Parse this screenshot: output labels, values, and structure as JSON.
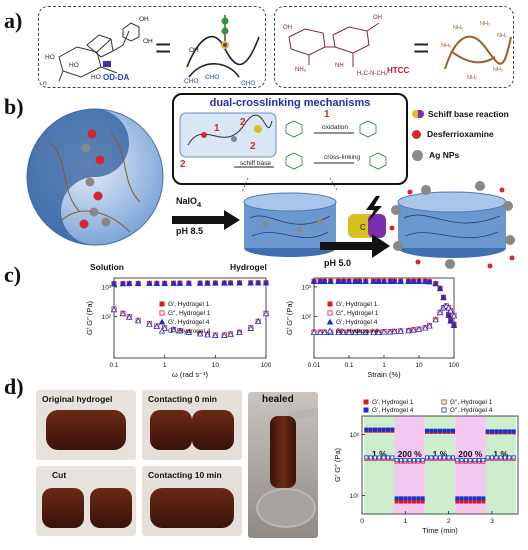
{
  "panels": {
    "a": "a)",
    "b": "b)",
    "c": "c)",
    "d": "d)"
  },
  "panel_a": {
    "od_da_label": "OD-DA",
    "htcc_label": "HTCC",
    "equals": "=",
    "cho_1": "CHO",
    "cho_2": "CHO",
    "cho_3": "CHO",
    "oh_1": "OH",
    "oh_2": "OH"
  },
  "panel_b": {
    "mechanism_title": "dual-crosslinking mechanisms",
    "oxidation": "oxidation",
    "schiff_base": "schiff base",
    "cross_linking": "cross-linking",
    "num_1a": "1",
    "num_1b": "1",
    "num_2a": "2",
    "num_2b": "2",
    "num_2c": "2",
    "naio4": "NaIO",
    "naio4_sub": "4",
    "ph85": "pH 8.5",
    "ph50": "pH 5.0",
    "legend": [
      {
        "label": "Schiff base reaction",
        "icon": "schiff-base-icon"
      },
      {
        "label": "Desferrioxamine",
        "icon": "red-dot-icon"
      },
      {
        "label": "Ag NPs",
        "icon": "grey-dot-icon"
      }
    ]
  },
  "panel_c": {
    "solution_label": "Solution",
    "hydrogel_label": "Hydrogel"
  },
  "panel_d": {
    "photo_labels": {
      "original": "Original hydrogel",
      "contact0": "Contacting 0 min",
      "healed": "healed",
      "cut": "Cut",
      "contact10": "Contacting 10 min"
    }
  },
  "chart_data": [
    {
      "type": "scatter",
      "title": "",
      "xlabel": "ω (rad s⁻¹)",
      "ylabel": "G′ G″ (Pa)",
      "xscale": "log",
      "yscale": "log",
      "xlim": [
        0.1,
        100
      ],
      "ylim": [
        4,
        2000
      ],
      "xticks": [
        "0.1",
        "1",
        "10",
        "100"
      ],
      "yticks": [
        "10²",
        "10³"
      ],
      "legend_position": "right",
      "series": [
        {
          "name": "G′, Hydrogel 1",
          "marker": "square-filled",
          "color": "#e0191b",
          "x": [
            0.1,
            0.15,
            0.2,
            0.3,
            0.5,
            0.7,
            1,
            1.5,
            2,
            3,
            5,
            7,
            10,
            15,
            20,
            30,
            50,
            70,
            100
          ],
          "values": [
            1290,
            1300,
            1305,
            1310,
            1315,
            1320,
            1325,
            1330,
            1335,
            1340,
            1345,
            1350,
            1355,
            1360,
            1365,
            1370,
            1375,
            1380,
            1385
          ]
        },
        {
          "name": "G″, Hydrogel 1",
          "marker": "square-open",
          "color": "#e0191b",
          "x": [
            0.1,
            0.15,
            0.2,
            0.3,
            0.5,
            0.7,
            1,
            1.5,
            2,
            3,
            5,
            7,
            10,
            15,
            20,
            30,
            50,
            70,
            100
          ],
          "values": [
            180,
            130,
            100,
            75,
            58,
            48,
            42,
            37,
            34,
            30,
            27,
            25,
            24,
            24,
            26,
            30,
            42,
            70,
            130
          ]
        },
        {
          "name": "G′, Hydrogel 4",
          "marker": "triangle-filled",
          "color": "#1a2fd0",
          "x": [
            0.1,
            0.15,
            0.2,
            0.3,
            0.5,
            0.7,
            1,
            1.5,
            2,
            3,
            5,
            7,
            10,
            15,
            20,
            30,
            50,
            70,
            100
          ],
          "values": [
            1270,
            1285,
            1290,
            1295,
            1300,
            1305,
            1310,
            1315,
            1320,
            1325,
            1330,
            1335,
            1340,
            1345,
            1350,
            1355,
            1360,
            1365,
            1370
          ]
        },
        {
          "name": "G″, Hydrogel 4",
          "marker": "triangle-open",
          "color": "#1a2fd0",
          "x": [
            0.1,
            0.15,
            0.2,
            0.3,
            0.5,
            0.7,
            1,
            1.5,
            2,
            3,
            5,
            7,
            10,
            15,
            20,
            30,
            50,
            70,
            100
          ],
          "values": [
            170,
            125,
            95,
            72,
            55,
            46,
            40,
            36,
            33,
            29,
            26,
            24,
            23,
            23,
            25,
            29,
            40,
            68,
            125
          ]
        }
      ]
    },
    {
      "type": "scatter",
      "title": "",
      "xlabel": "Strain (%)",
      "ylabel": "G′ G″ (Pa)",
      "xscale": "log",
      "yscale": "log",
      "xlim": [
        0.01,
        100
      ],
      "ylim": [
        4,
        2000
      ],
      "xticks": [
        "0.01",
        "0.1",
        "1",
        "10",
        "100"
      ],
      "yticks": [
        "10²",
        "10³"
      ],
      "legend_position": "center",
      "series": [
        {
          "name": "G′, Hydrogel 1",
          "marker": "square-filled",
          "color": "#e0191b",
          "x": [
            0.01,
            0.015,
            0.02,
            0.03,
            0.05,
            0.07,
            0.1,
            0.15,
            0.2,
            0.3,
            0.5,
            0.7,
            1,
            1.5,
            2,
            3,
            5,
            7,
            10,
            15,
            20,
            30,
            40,
            50,
            60,
            70,
            80,
            100
          ],
          "values": [
            1550,
            1550,
            1550,
            1550,
            1550,
            1550,
            1550,
            1550,
            1550,
            1550,
            1550,
            1550,
            1550,
            1550,
            1550,
            1550,
            1550,
            1550,
            1550,
            1540,
            1500,
            1300,
            900,
            450,
            220,
            120,
            80,
            55
          ]
        },
        {
          "name": "G″, Hydrogel 1",
          "marker": "square-open",
          "color": "#e0191b",
          "x": [
            0.01,
            0.015,
            0.02,
            0.03,
            0.05,
            0.07,
            0.1,
            0.15,
            0.2,
            0.3,
            0.5,
            0.7,
            1,
            1.5,
            2,
            3,
            5,
            7,
            10,
            15,
            20,
            30,
            40,
            50,
            60,
            70,
            80,
            100
          ],
          "values": [
            30,
            30,
            30,
            30,
            30,
            30,
            30,
            30,
            30,
            30,
            30,
            30,
            31,
            31,
            32,
            33,
            34,
            36,
            38,
            42,
            50,
            80,
            140,
            200,
            230,
            200,
            160,
            110
          ]
        },
        {
          "name": "G′, Hydrogel 4",
          "marker": "triangle-filled",
          "color": "#1a2fd0",
          "x": [
            0.01,
            0.015,
            0.02,
            0.03,
            0.05,
            0.07,
            0.1,
            0.15,
            0.2,
            0.3,
            0.5,
            0.7,
            1,
            1.5,
            2,
            3,
            5,
            7,
            10,
            15,
            20,
            30,
            40,
            50,
            60,
            70,
            80,
            100
          ],
          "values": [
            1530,
            1530,
            1530,
            1530,
            1530,
            1530,
            1530,
            1530,
            1530,
            1530,
            1530,
            1530,
            1530,
            1530,
            1530,
            1530,
            1530,
            1530,
            1530,
            1520,
            1480,
            1280,
            880,
            430,
            210,
            110,
            70,
            50
          ]
        },
        {
          "name": "G″, Hydrogel 4",
          "marker": "triangle-open",
          "color": "#1a2fd0",
          "x": [
            0.01,
            0.015,
            0.02,
            0.03,
            0.05,
            0.07,
            0.1,
            0.15,
            0.2,
            0.3,
            0.5,
            0.7,
            1,
            1.5,
            2,
            3,
            5,
            7,
            10,
            15,
            20,
            30,
            40,
            50,
            60,
            70,
            80,
            100
          ],
          "values": [
            29,
            29,
            29,
            29,
            29,
            29,
            29,
            29,
            29,
            29,
            29,
            29,
            30,
            30,
            31,
            32,
            33,
            35,
            37,
            41,
            48,
            78,
            135,
            195,
            225,
            195,
            155,
            105
          ]
        }
      ]
    },
    {
      "type": "scatter",
      "title": "",
      "xlabel": "Time (min)",
      "ylabel": "G′ G″ (Pa)",
      "yscale": "log",
      "xlim": [
        0,
        3.6
      ],
      "ylim": [
        5,
        200
      ],
      "xticks": [
        "0",
        "1",
        "2",
        "3"
      ],
      "yticks": [
        "10¹",
        "10²"
      ],
      "bands": [
        {
          "label": "1 %",
          "from": 0.05,
          "to": 0.75,
          "color": "#cdeecd"
        },
        {
          "label": "200 %",
          "from": 0.75,
          "to": 1.45,
          "color": "#f4c8f0"
        },
        {
          "label": "1 %",
          "from": 1.45,
          "to": 2.15,
          "color": "#cdeecd"
        },
        {
          "label": "200 %",
          "from": 2.15,
          "to": 2.85,
          "color": "#f4c8f0"
        },
        {
          "label": "1 %",
          "from": 2.85,
          "to": 3.55,
          "color": "#cdeecd"
        }
      ],
      "legend_position": "top",
      "series": [
        {
          "name": "G′, Hydrogel 1",
          "marker": "square-filled",
          "color": "#e0191b",
          "x": [
            0.1,
            0.2,
            0.3,
            0.4,
            0.5,
            0.6,
            0.7,
            0.8,
            0.9,
            1.0,
            1.1,
            1.2,
            1.3,
            1.4,
            1.5,
            1.6,
            1.7,
            1.8,
            1.9,
            2.0,
            2.1,
            2.2,
            2.3,
            2.4,
            2.5,
            2.6,
            2.7,
            2.8,
            2.9,
            3.0,
            3.1,
            3.2,
            3.3,
            3.4,
            3.5
          ],
          "values": [
            115,
            115,
            115,
            115,
            115,
            115,
            115,
            8,
            8,
            8,
            8,
            8,
            8,
            8,
            110,
            110,
            110,
            110,
            110,
            110,
            110,
            8,
            8,
            8,
            8,
            8,
            8,
            8,
            108,
            108,
            108,
            108,
            108,
            108,
            108
          ]
        },
        {
          "name": "G″, Hydrogel 1",
          "marker": "square-open",
          "color": "#e0191b",
          "x": [
            0.1,
            0.2,
            0.3,
            0.4,
            0.5,
            0.6,
            0.7,
            0.8,
            0.9,
            1.0,
            1.1,
            1.2,
            1.3,
            1.4,
            1.5,
            1.6,
            1.7,
            1.8,
            1.9,
            2.0,
            2.1,
            2.2,
            2.3,
            2.4,
            2.5,
            2.6,
            2.7,
            2.8,
            2.9,
            3.0,
            3.1,
            3.2,
            3.3,
            3.4,
            3.5
          ],
          "values": [
            40,
            40,
            40,
            40,
            40,
            40,
            40,
            36,
            36,
            36,
            36,
            36,
            36,
            36,
            40,
            40,
            40,
            40,
            40,
            40,
            40,
            36,
            36,
            36,
            36,
            36,
            36,
            36,
            40,
            40,
            40,
            40,
            40,
            40,
            40
          ]
        },
        {
          "name": "G′, Hydrogel 4",
          "marker": "square-filled",
          "color": "#1a2fd0",
          "x": [
            0.1,
            0.2,
            0.3,
            0.4,
            0.5,
            0.6,
            0.7,
            0.8,
            0.9,
            1.0,
            1.1,
            1.2,
            1.3,
            1.4,
            1.5,
            1.6,
            1.7,
            1.8,
            1.9,
            2.0,
            2.1,
            2.2,
            2.3,
            2.4,
            2.5,
            2.6,
            2.7,
            2.8,
            2.9,
            3.0,
            3.1,
            3.2,
            3.3,
            3.4,
            3.5
          ],
          "values": [
            120,
            120,
            120,
            120,
            120,
            120,
            120,
            9,
            9,
            9,
            9,
            9,
            9,
            9,
            115,
            115,
            115,
            115,
            115,
            115,
            115,
            9,
            9,
            9,
            9,
            9,
            9,
            9,
            112,
            112,
            112,
            112,
            112,
            112,
            112
          ]
        },
        {
          "name": "G″, Hydrogel 4",
          "marker": "square-open",
          "color": "#1a2fd0",
          "x": [
            0.1,
            0.2,
            0.3,
            0.4,
            0.5,
            0.6,
            0.7,
            0.8,
            0.9,
            1.0,
            1.1,
            1.2,
            1.3,
            1.4,
            1.5,
            1.6,
            1.7,
            1.8,
            1.9,
            2.0,
            2.1,
            2.2,
            2.3,
            2.4,
            2.5,
            2.6,
            2.7,
            2.8,
            2.9,
            3.0,
            3.1,
            3.2,
            3.3,
            3.4,
            3.5
          ],
          "values": [
            42,
            42,
            42,
            42,
            42,
            42,
            42,
            38,
            38,
            38,
            38,
            38,
            38,
            38,
            42,
            42,
            42,
            42,
            42,
            42,
            42,
            38,
            38,
            38,
            38,
            38,
            38,
            38,
            42,
            42,
            42,
            42,
            42,
            42,
            42
          ]
        }
      ]
    }
  ]
}
